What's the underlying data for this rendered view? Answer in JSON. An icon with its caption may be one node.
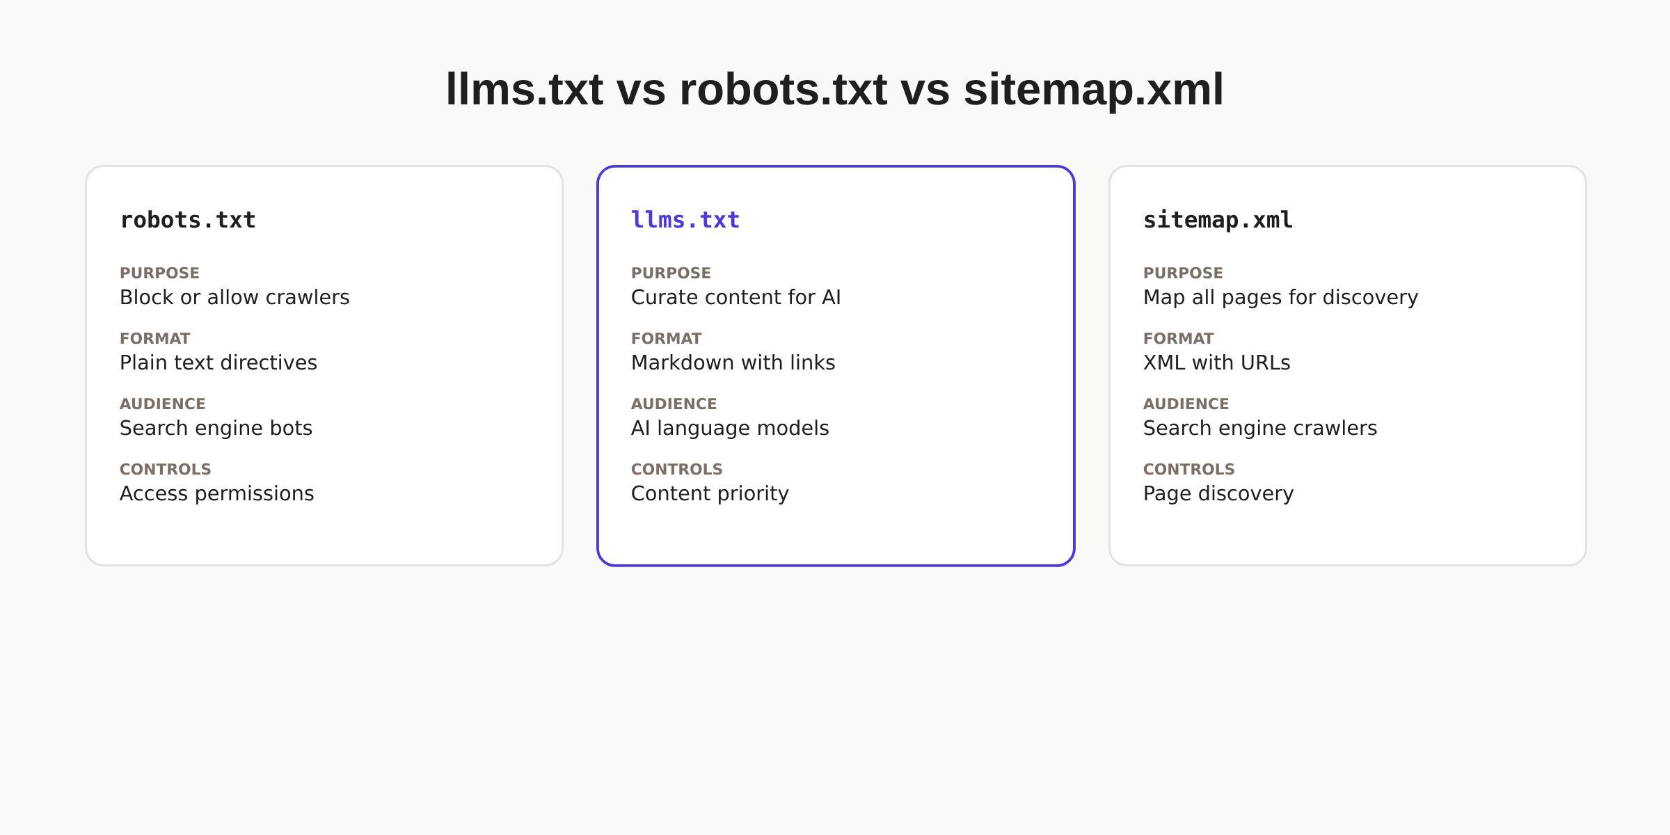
{
  "diagram": {
    "title": "llms.txt vs robots.txt vs sitemap.xml",
    "nodes": [
      {
        "text": [
          "robots.txt",
          "PURPOSE",
          "Block or allow crawlers",
          "FORMAT",
          "Plain text directives",
          "AUDIENCE",
          "Search engine bots",
          "CONTROLS",
          "Access permissions"
        ]
      },
      {
        "text": [
          "llms.txt",
          "PURPOSE",
          "Curate content for AI",
          "FORMAT",
          "Markdown with links",
          "AUDIENCE",
          "AI language models",
          "CONTROLS",
          "Content priority"
        ]
      },
      {
        "text": [
          "sitemap.xml",
          "PURPOSE",
          "Map all pages for discovery",
          "FORMAT",
          "XML with URLs",
          "AUDIENCE",
          "Search engine crawlers",
          "CONTROLS",
          "Page discovery"
        ]
      }
    ]
  }
}
